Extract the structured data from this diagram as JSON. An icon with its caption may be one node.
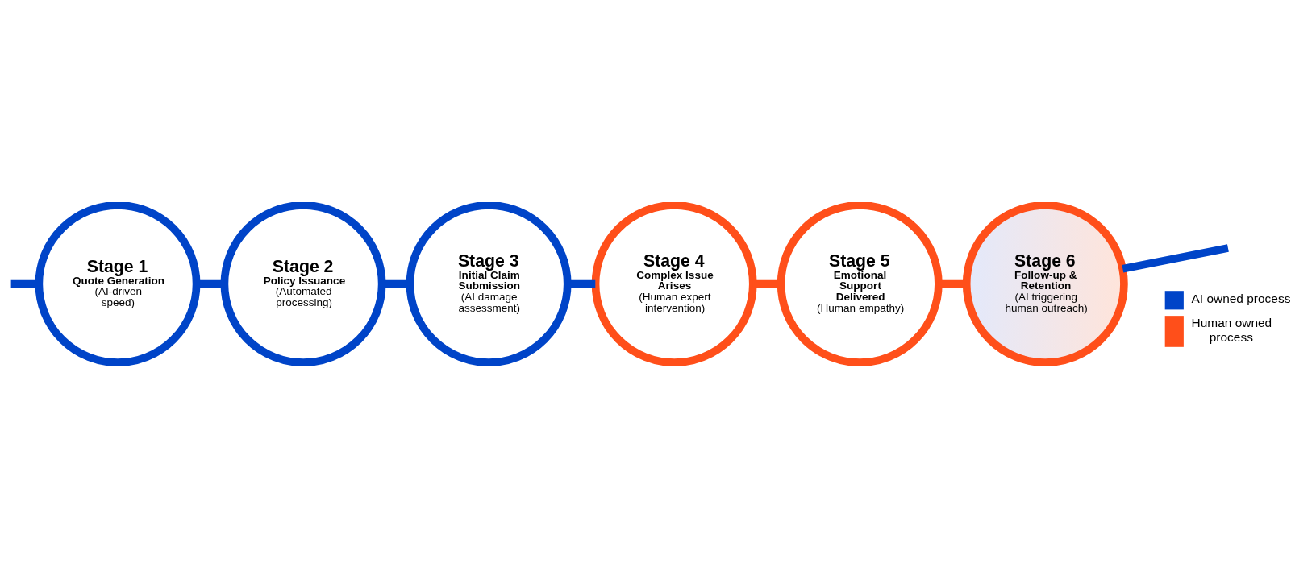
{
  "diagram": {
    "nodes": [
      {
        "text": [
          "Stage 1",
          "Quote Generation",
          "(AI-driven speed)"
        ]
      },
      {
        "text": [
          "Stage 2",
          "Policy Issuance",
          "(Automated processing)"
        ]
      },
      {
        "text": [
          "Stage 3",
          "Initial Claim Submission",
          "(AI damage assessment)"
        ]
      },
      {
        "text": [
          "Stage 4",
          "Complex Issue Arises",
          "(Human expert intervention)"
        ]
      },
      {
        "text": [
          "Stage 5",
          "Emotional Support Delivered",
          "(Human empathy)"
        ]
      },
      {
        "text": [
          "Stage 6",
          "Follow-up & Retention",
          "(AI triggering human outreach)"
        ]
      }
    ],
    "edges": [
      {
        "from": null,
        "to": 0,
        "arrow": "none"
      },
      {
        "from": 0,
        "to": 1,
        "arrow": "none"
      },
      {
        "from": 1,
        "to": 2,
        "arrow": "none"
      },
      {
        "from": 2,
        "to": 3,
        "arrow": "none"
      },
      {
        "from": 3,
        "to": 4,
        "arrow": "none",
        "color": "#ff4f1a"
      },
      {
        "from": 4,
        "to": 5,
        "arrow": "none",
        "color": "#ff4f1a"
      },
      {
        "from": 5,
        "to": null,
        "arrow": "none"
      }
    ],
    "legend": [
      {
        "text": "AI owned process",
        "color": "#0044c8"
      },
      {
        "text": "Human owned process",
        "color": "#ff4f1a"
      }
    ]
  }
}
